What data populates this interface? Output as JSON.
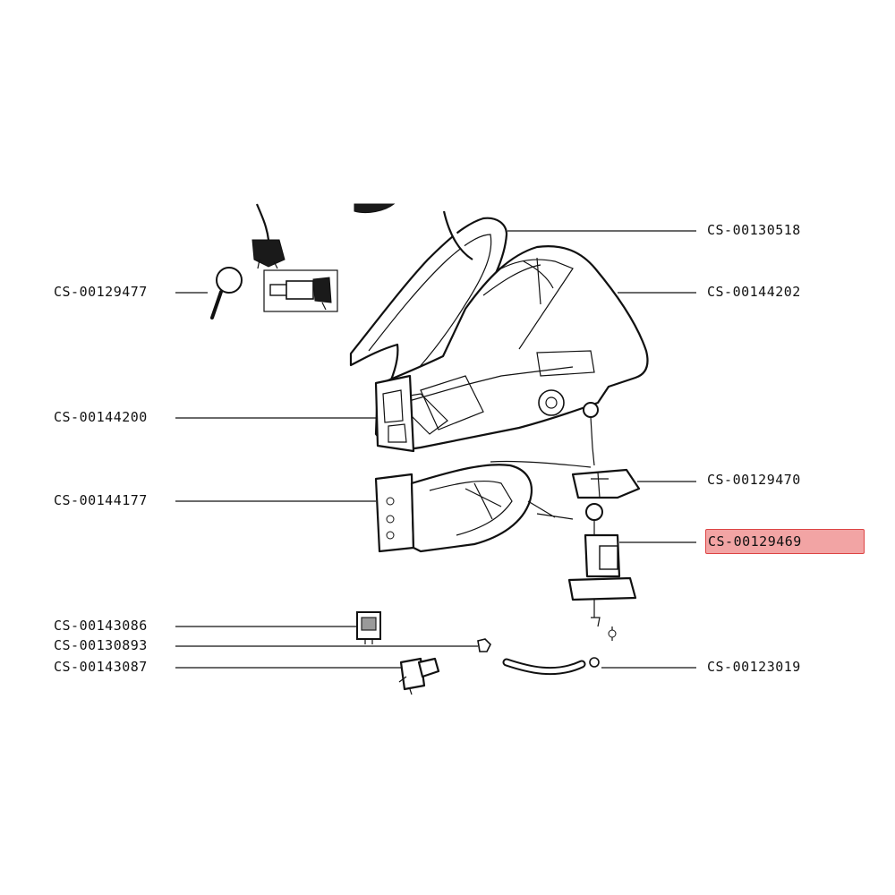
{
  "colors": {
    "highlight": "#e85a5a",
    "ink": "#111111",
    "background": "#ffffff"
  },
  "parts": [
    {
      "id": "p1",
      "code": "CS-00130518",
      "side": "right",
      "highlighted": false
    },
    {
      "id": "p2",
      "code": "CS-00144202",
      "side": "right",
      "highlighted": false
    },
    {
      "id": "p3",
      "code": "CS-00129477",
      "side": "left",
      "highlighted": false,
      "icon": "magnifier-icon"
    },
    {
      "id": "p4",
      "code": "CS-00144200",
      "side": "left",
      "highlighted": false
    },
    {
      "id": "p5",
      "code": "CS-00129470",
      "side": "right",
      "highlighted": false
    },
    {
      "id": "p6",
      "code": "CS-00144177",
      "side": "left",
      "highlighted": false
    },
    {
      "id": "p7",
      "code": "CS-00129469",
      "side": "right",
      "highlighted": true
    },
    {
      "id": "p8",
      "code": "CS-00143086",
      "side": "left",
      "highlighted": false
    },
    {
      "id": "p9",
      "code": "CS-00130893",
      "side": "left",
      "highlighted": false
    },
    {
      "id": "p10",
      "code": "CS-00143087",
      "side": "left",
      "highlighted": false
    },
    {
      "id": "p11",
      "code": "CS-00123019",
      "side": "right",
      "highlighted": false
    }
  ]
}
